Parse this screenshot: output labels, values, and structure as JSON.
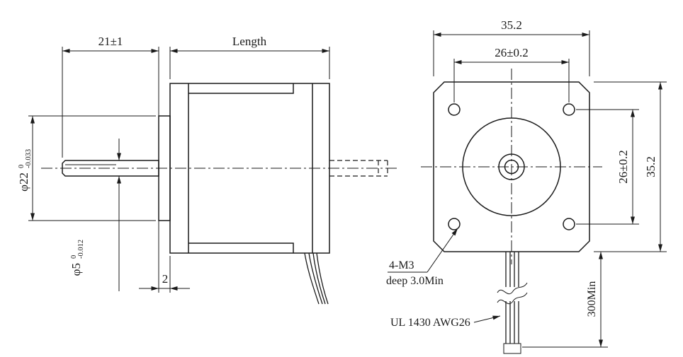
{
  "page": {
    "background": "#ffffff",
    "line_color": "#1a1a1a"
  },
  "side_view": {
    "dim_shaft_length": "21±1",
    "dim_body_length": "Length",
    "dim_boss_protrusion": "2",
    "boss_diameter": {
      "main": "φ22",
      "tol_upper": "0",
      "tol_lower": "-0.033"
    },
    "shaft_diameter": {
      "main": "φ5",
      "tol_upper": "0",
      "tol_lower": "-0.012"
    }
  },
  "front_view": {
    "dim_overall_width": "35.2",
    "dim_overall_height": "35.2",
    "dim_hole_spacing_horizontal": "26±0.2",
    "dim_hole_spacing_vertical": "26±0.2",
    "mounting_holes_label": "4-M3",
    "mounting_holes_depth": "deep 3.0Min",
    "wire_spec_label": "UL 1430 AWG26",
    "wire_min_length": "300Min"
  }
}
